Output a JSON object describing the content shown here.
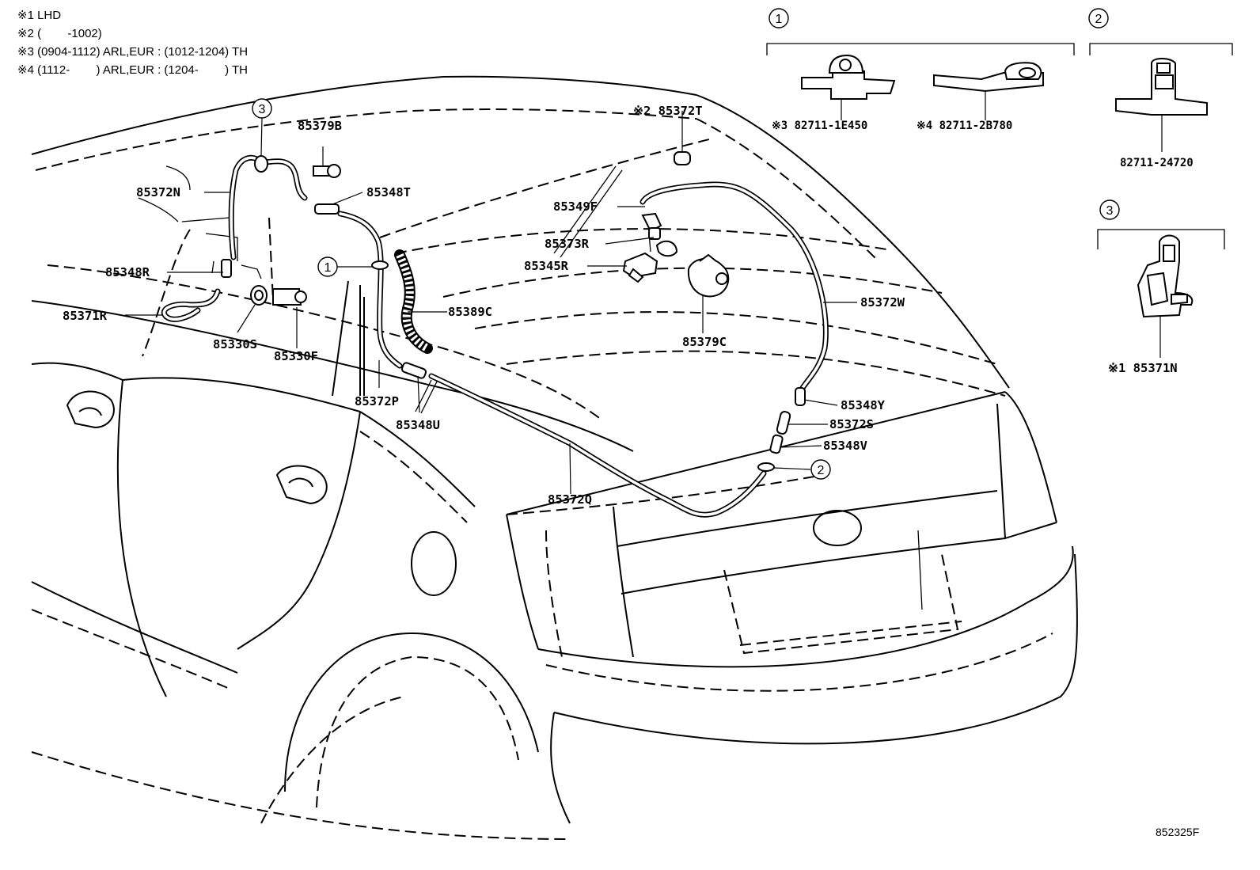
{
  "notes": [
    "※1 LHD",
    "※2 (        -1002)",
    "※3 (0904-1112) ARL,EUR : (1012-1204) TH",
    "※4 (1112-        ) ARL,EUR : (1204-        ) TH"
  ],
  "callouts": {
    "p85379B": "85379B",
    "p85372N": "85372N",
    "p85348T": "85348T",
    "p85348R": "85348R",
    "p85371R": "85371R",
    "p85330S": "85330S",
    "p85330F": "85330F",
    "p85372P": "85372P",
    "p85348U": "85348U",
    "p85389C": "85389C",
    "p85372T": "※2 85372T",
    "p85349F": "85349F",
    "p85373R": "85373R",
    "p85345R": "85345R",
    "p85379C": "85379C",
    "p85372W": "85372W",
    "p85348Y": "85348Y",
    "p85372S": "85372S",
    "p85348V": "85348V",
    "p85372Q": "85372Q"
  },
  "inset_markers": [
    "1",
    "2",
    "3"
  ],
  "insets": {
    "one": {
      "marker": "1",
      "left_part": "※3 82711-1E450",
      "right_part": "※4 82711-2B780"
    },
    "two": {
      "marker": "2",
      "part": "82711-24720"
    },
    "three": {
      "marker": "3",
      "part": "※1 85371N"
    }
  },
  "figure_id": "852325F"
}
